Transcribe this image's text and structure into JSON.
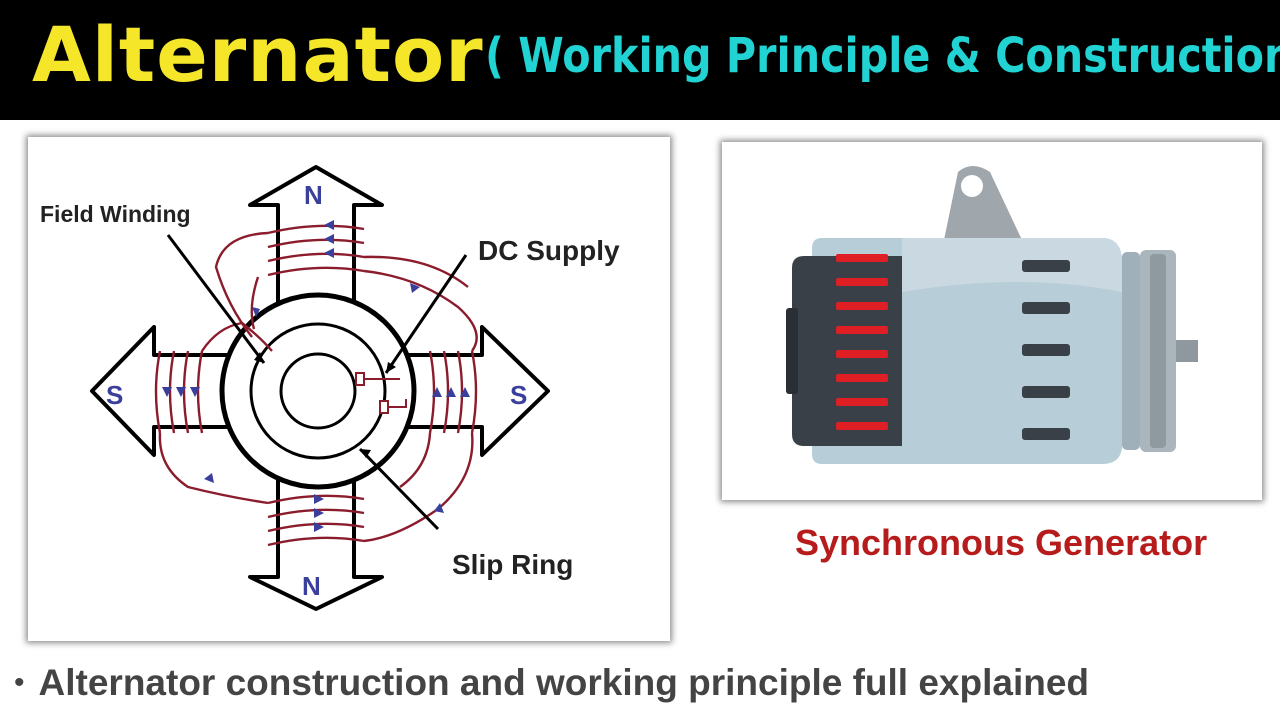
{
  "header": {
    "title": "Alternator",
    "subtitle": "( Working Principle & Construction )"
  },
  "diagram": {
    "labels": {
      "field_winding": "Field Winding",
      "dc_supply": "DC Supply",
      "slip_ring": "Slip Ring"
    },
    "poles": {
      "top": "N",
      "bottom": "N",
      "left": "S",
      "right": "S"
    },
    "colors": {
      "winding": "#8b1c2c",
      "arrow": "#3a3f9c"
    }
  },
  "illustration": {
    "caption": "Synchronous Generator",
    "colors": {
      "body": "#b7cdd8",
      "dark": "#3a4048",
      "accent": "#e01e26"
    }
  },
  "footer": {
    "bullet": "Alternator construction and working principle full explained"
  }
}
